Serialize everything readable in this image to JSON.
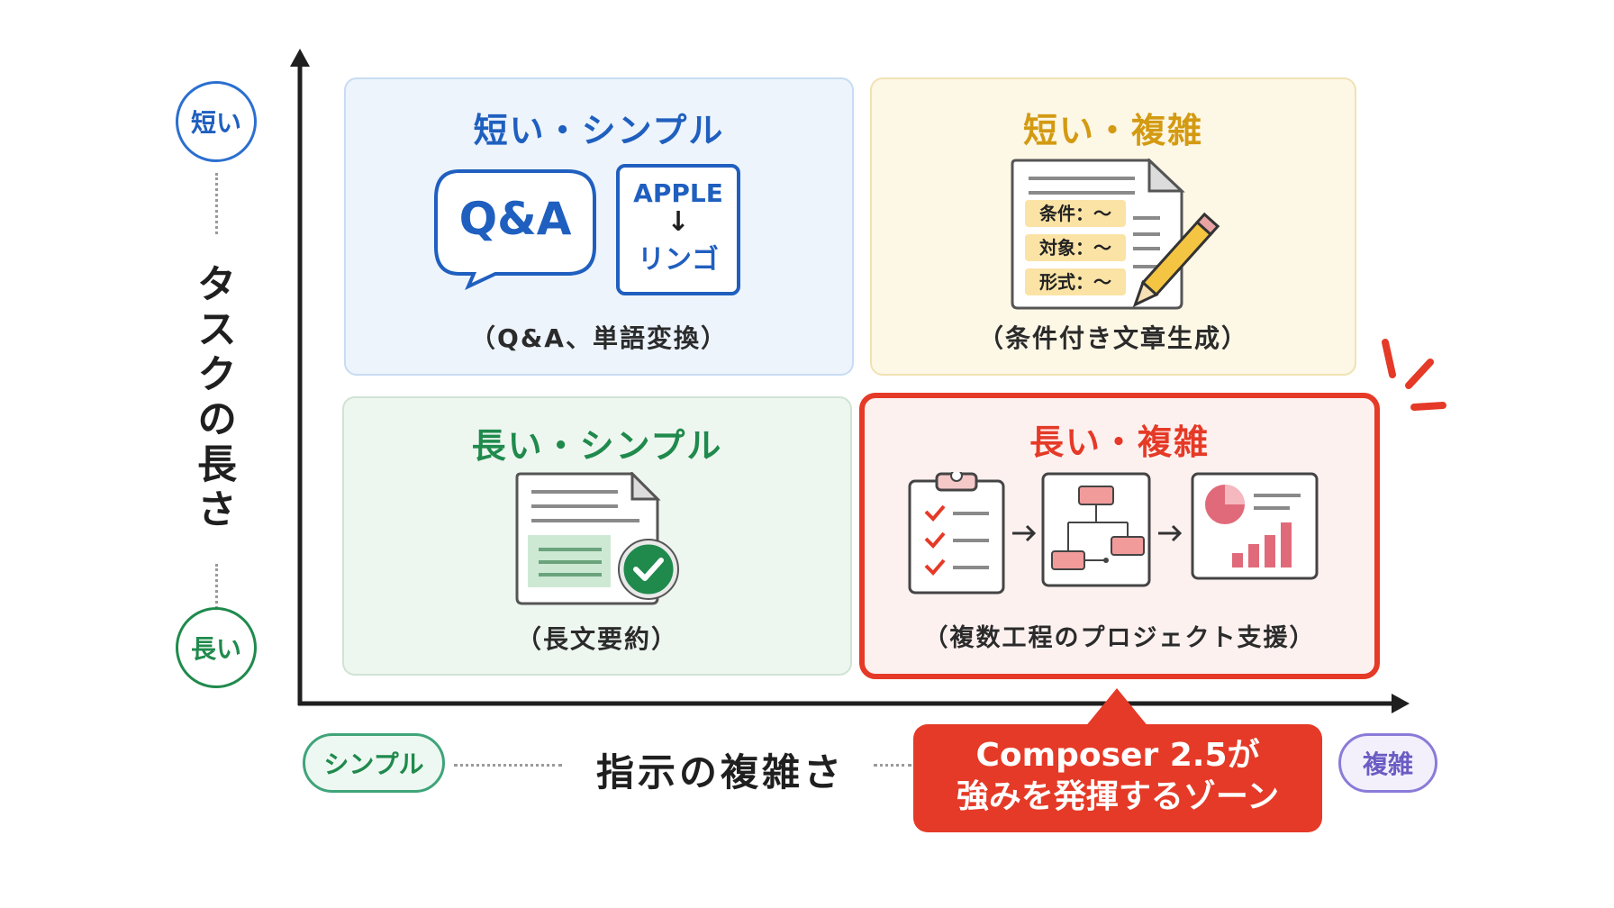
{
  "axes": {
    "y_label": "タスクの長さ",
    "x_label": "指示の複雑さ",
    "y_top": "短い",
    "y_bottom": "長い",
    "x_left": "シンプル",
    "x_right": "複雑"
  },
  "quadrants": {
    "short_simple": {
      "title": "短い・シンプル",
      "bubble": "Q&A",
      "card_top": "APPLE",
      "card_arrow": "↓",
      "card_bottom": "リンゴ",
      "caption": "（Q&A、単語変換）"
    },
    "short_complex": {
      "title": "短い・複雑",
      "rows": [
        "条件：〜",
        "対象：〜",
        "形式：〜"
      ],
      "caption": "（条件付き文章生成）"
    },
    "long_simple": {
      "title": "長い・シンプル",
      "caption": "（長文要約）"
    },
    "long_complex": {
      "title": "長い・複雑",
      "caption": "（複数工程のプロジェクト支援）"
    }
  },
  "callout": {
    "line1": "Composer 2.5が",
    "line2": "強みを発揮するゾーン"
  },
  "colors": {
    "blue": "#1f5fbf",
    "gold": "#d39a12",
    "green": "#1f8a4c",
    "red": "#e53a27",
    "purple": "#7a6bd0"
  }
}
